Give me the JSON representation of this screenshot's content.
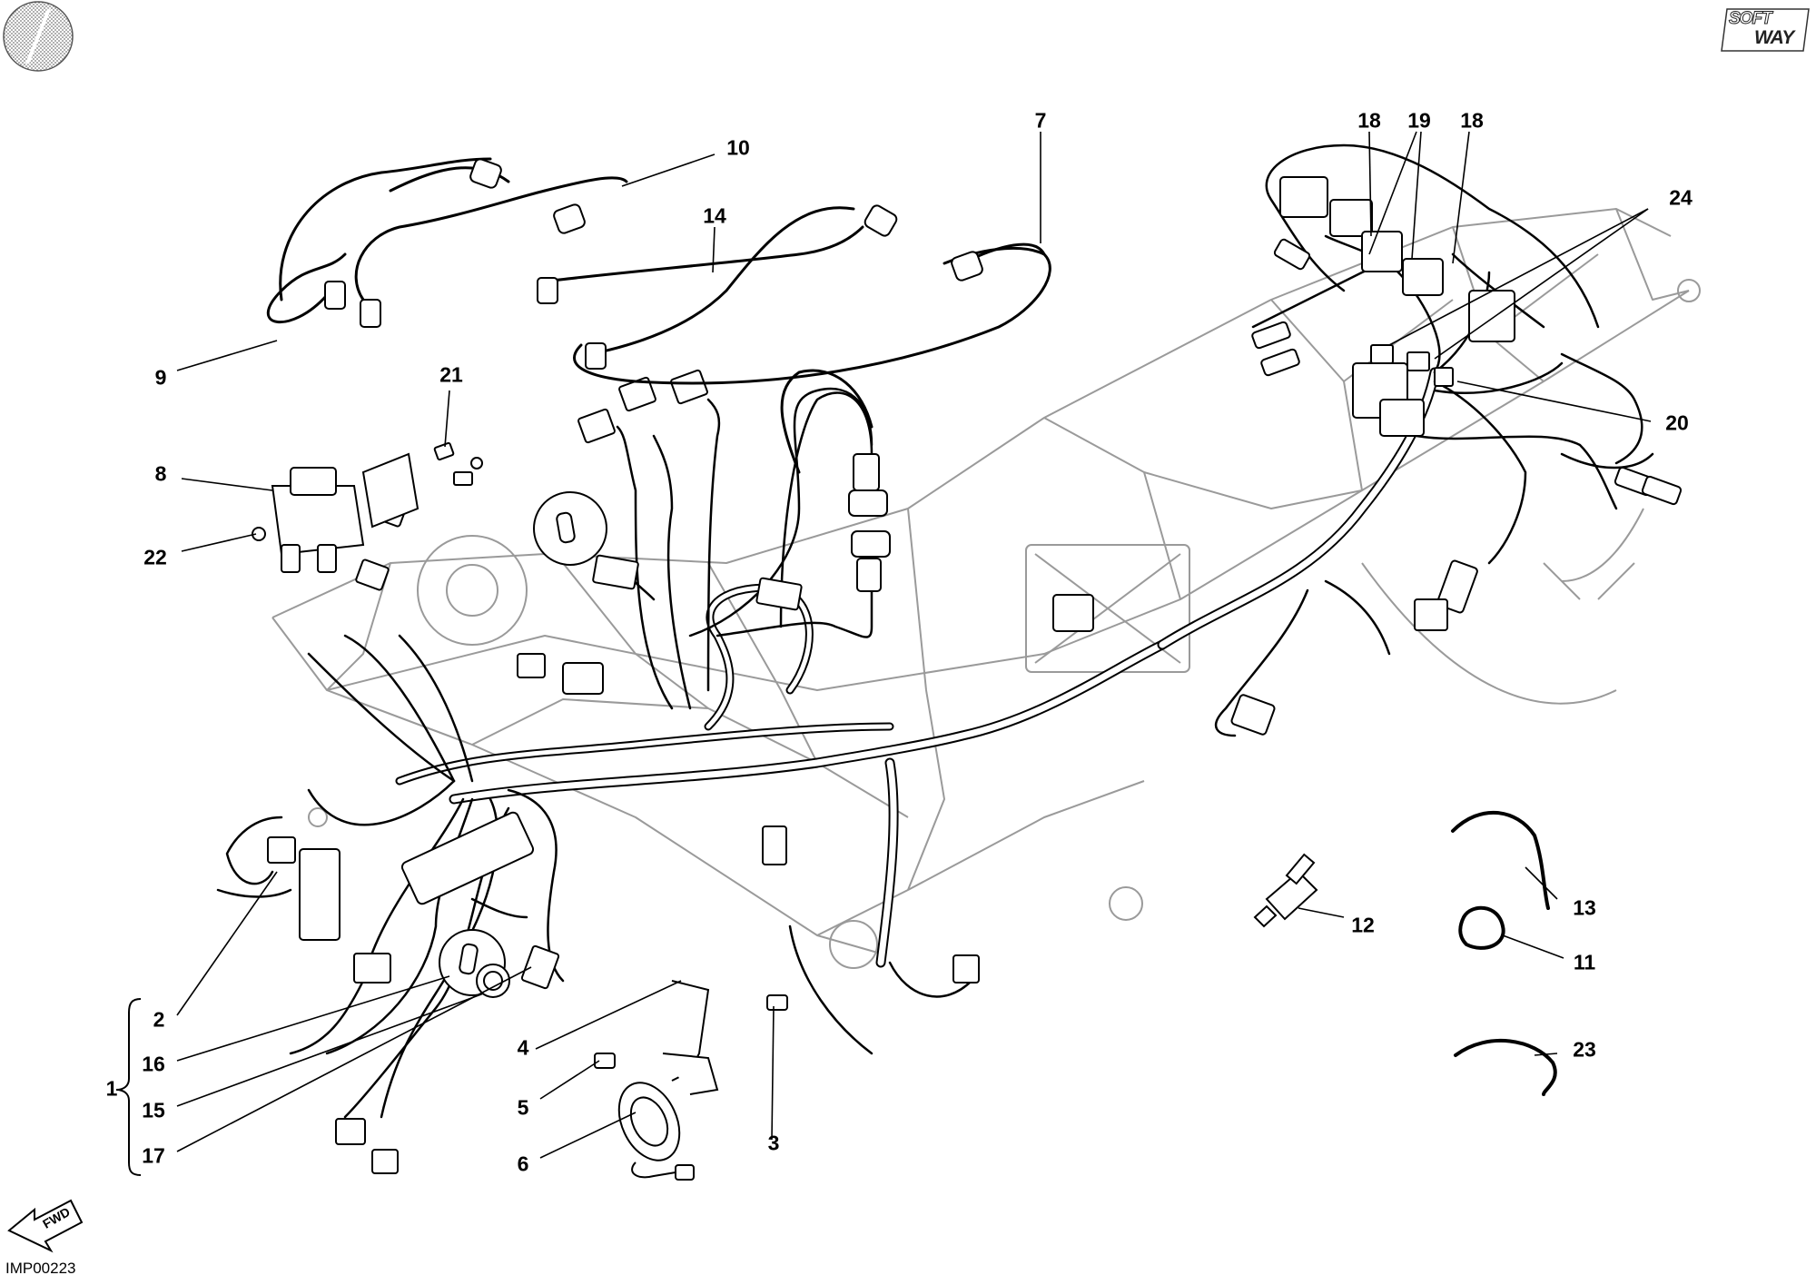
{
  "diagram_id": "IMP00223",
  "logo_text_line1": "SOFT",
  "logo_text_line2": "WAY",
  "direction_label": "FWD",
  "group_label": "1",
  "callouts": [
    {
      "id": "c7",
      "text": "7"
    },
    {
      "id": "c10",
      "text": "10"
    },
    {
      "id": "c14",
      "text": "14"
    },
    {
      "id": "c9",
      "text": "9"
    },
    {
      "id": "c21",
      "text": "21"
    },
    {
      "id": "c8",
      "text": "8"
    },
    {
      "id": "c22",
      "text": "22"
    },
    {
      "id": "c18a",
      "text": "18"
    },
    {
      "id": "c19",
      "text": "19"
    },
    {
      "id": "c18b",
      "text": "18"
    },
    {
      "id": "c24",
      "text": "24"
    },
    {
      "id": "c20",
      "text": "20"
    },
    {
      "id": "c12",
      "text": "12"
    },
    {
      "id": "c13",
      "text": "13"
    },
    {
      "id": "c11",
      "text": "11"
    },
    {
      "id": "c23",
      "text": "23"
    },
    {
      "id": "c2",
      "text": "2"
    },
    {
      "id": "c16",
      "text": "16"
    },
    {
      "id": "c15",
      "text": "15"
    },
    {
      "id": "c17",
      "text": "17"
    },
    {
      "id": "c4",
      "text": "4"
    },
    {
      "id": "c5",
      "text": "5"
    },
    {
      "id": "c6",
      "text": "6"
    },
    {
      "id": "c3",
      "text": "3"
    }
  ]
}
